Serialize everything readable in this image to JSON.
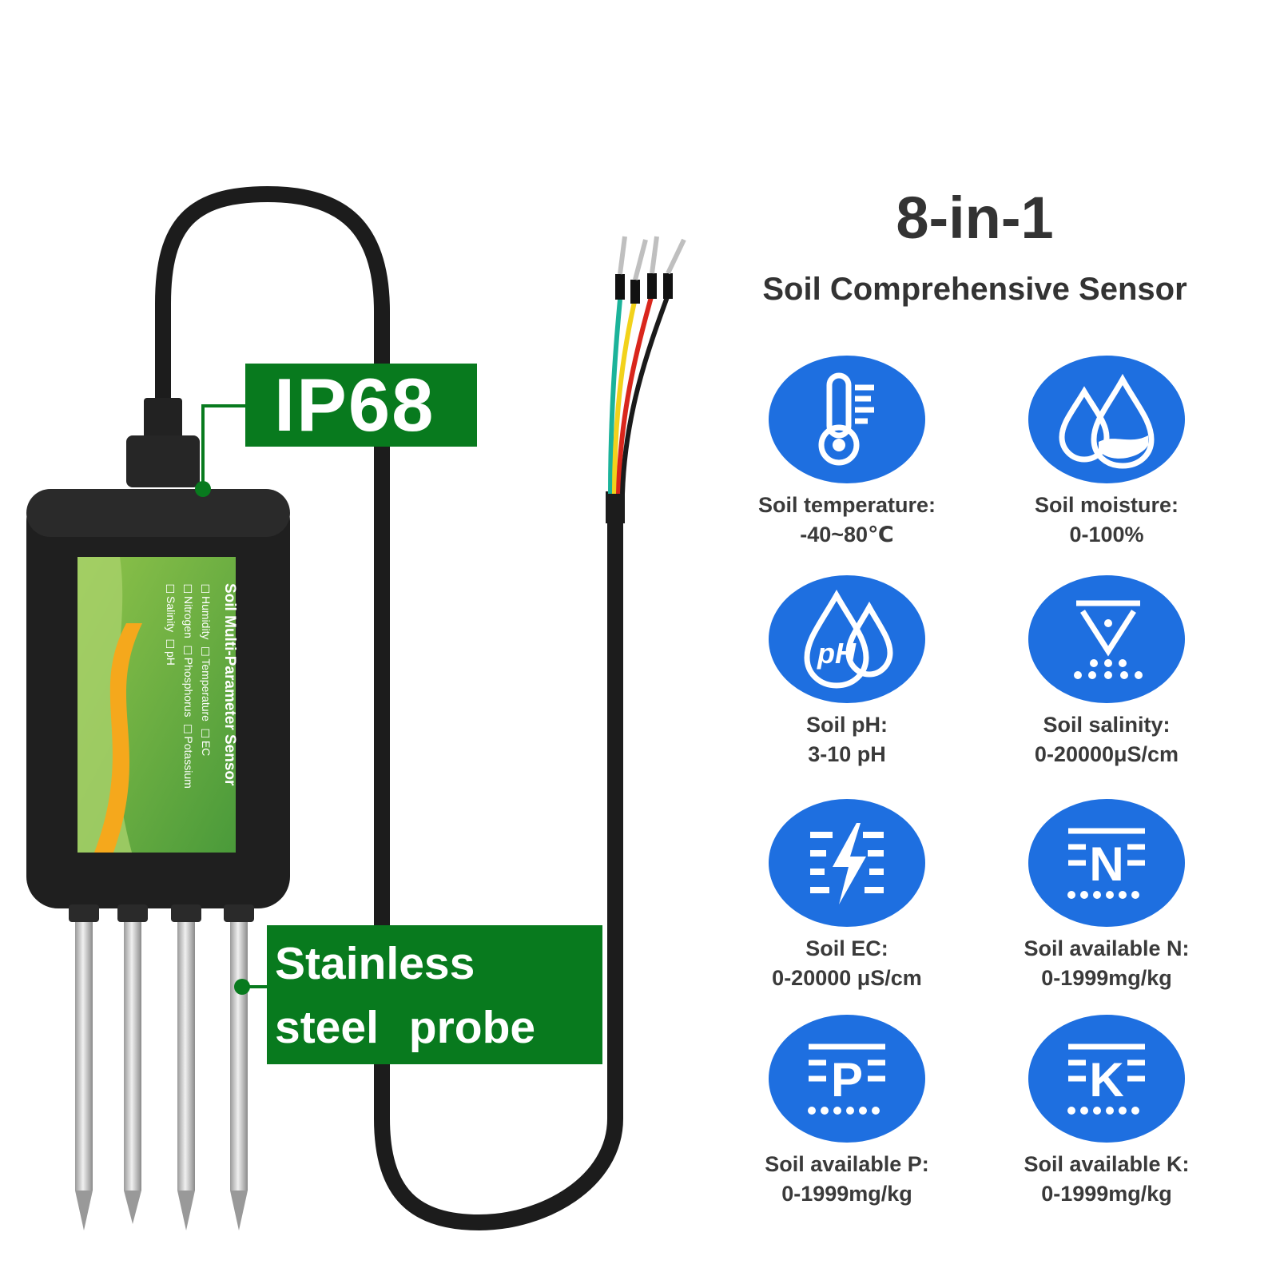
{
  "title": "8-in-1",
  "subtitle": "Soil Comprehensive Sensor",
  "callouts": {
    "ip_rating": "IP68",
    "probe": "Stainless  steel probe"
  },
  "sensor_label": {
    "title": "Soil Multi-Parameter Sensor",
    "rows": [
      "☐Humidity ☐Temperature ☐EC",
      "☐Nitrogen ☐Phosphorus ☐Potassium",
      "☐Salinity ☐pH"
    ]
  },
  "features": [
    {
      "name": "Soil temperature:",
      "range": "-40~80℃",
      "icon": "thermometer-icon"
    },
    {
      "name": "Soil moisture:",
      "range": "0-100%",
      "icon": "water-drops-icon"
    },
    {
      "name": "Soil pH:",
      "range": "3-10 pH",
      "icon": "ph-drops-icon"
    },
    {
      "name": "Soil salinity:",
      "range": "0-20000μS/cm",
      "icon": "salinity-icon"
    },
    {
      "name": "Soil EC:",
      "range": "0-20000 μS/cm",
      "icon": "lightning-icon"
    },
    {
      "name": "Soil available N:",
      "range": "0-1999mg/kg",
      "icon": "nitrogen-icon",
      "letter": "N"
    },
    {
      "name": "Soil available P:",
      "range": "0-1999mg/kg",
      "icon": "phosphorus-icon",
      "letter": "P"
    },
    {
      "name": "Soil available K:",
      "range": "0-1999mg/kg",
      "icon": "potassium-icon",
      "letter": "K"
    }
  ],
  "colors": {
    "icon_blue": "#1e6fe0",
    "callout_green": "#087a1e",
    "wire_colors": [
      "#1bb39a",
      "#f2d21b",
      "#d9261c",
      "#1a1a1a"
    ]
  }
}
